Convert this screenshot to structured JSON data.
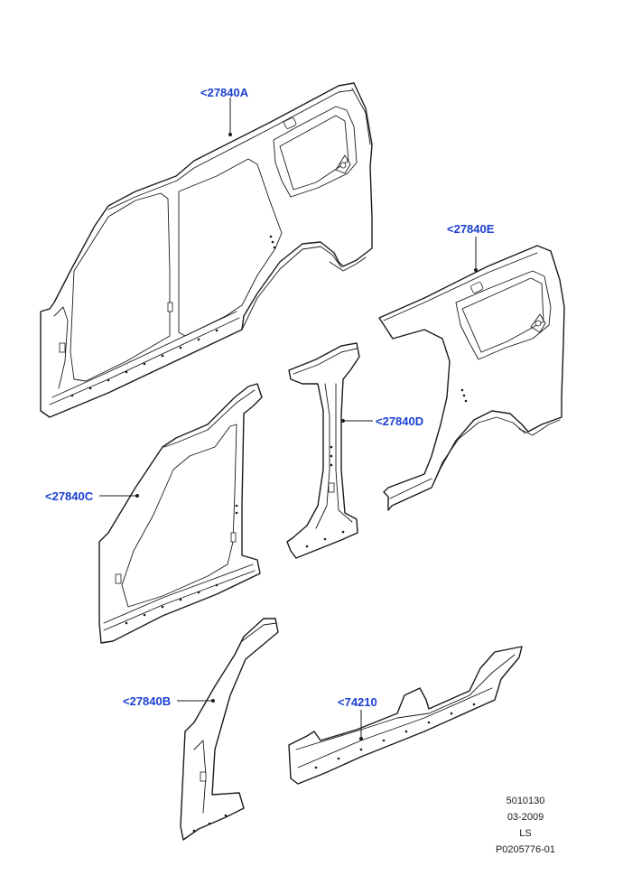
{
  "callouts": [
    {
      "id": "a",
      "label": "<27840A"
    },
    {
      "id": "e",
      "label": "<27840E"
    },
    {
      "id": "d",
      "label": "<27840D"
    },
    {
      "id": "c",
      "label": "<27840C"
    },
    {
      "id": "b",
      "label": "<27840B"
    },
    {
      "id": "sill",
      "label": "<74210"
    }
  ],
  "colors": {
    "callout": "#1a3fd1",
    "line": "#1a1a1a"
  },
  "footer": {
    "line1": "5010130",
    "line2": "03-2009",
    "line3": "LS",
    "line4": "P0205776-01"
  }
}
